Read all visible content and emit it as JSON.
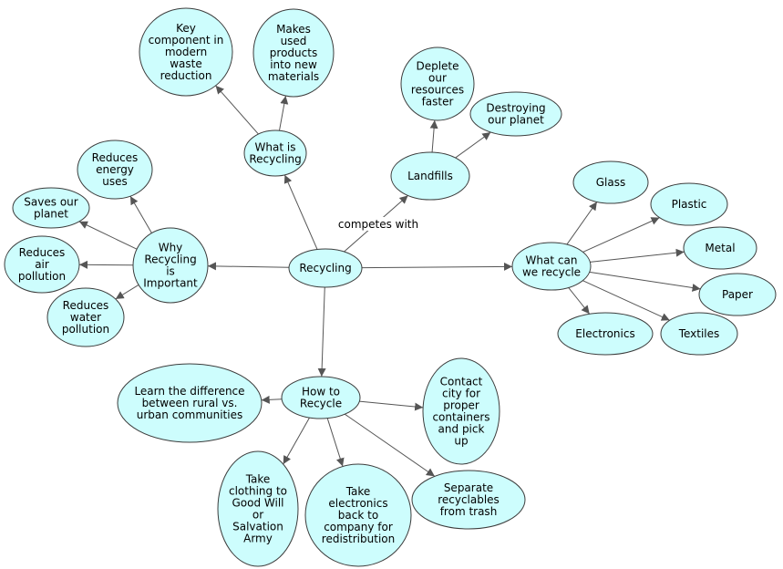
{
  "diagram": {
    "style": {
      "node_fill": "#cdfdfd",
      "node_stroke": "#3c3c3c",
      "edge_color": "#555555"
    },
    "nodes": [
      {
        "id": "recycling",
        "lines": [
          "Recycling"
        ]
      },
      {
        "id": "what-is-recycling",
        "lines": [
          "What is",
          "Recycling"
        ]
      },
      {
        "id": "key-component",
        "lines": [
          "Key",
          "component in",
          "modern",
          "waste",
          "reduction"
        ]
      },
      {
        "id": "makes-used-products",
        "lines": [
          "Makes",
          "used",
          "products",
          "into new",
          "materials"
        ]
      },
      {
        "id": "landfills",
        "lines": [
          "Landfills"
        ]
      },
      {
        "id": "deplete-resources",
        "lines": [
          "Deplete",
          "our",
          "resources",
          "faster"
        ]
      },
      {
        "id": "destroying-planet",
        "lines": [
          "Destroying",
          "our planet"
        ]
      },
      {
        "id": "why-recycling-important",
        "lines": [
          "Why",
          "Recycling",
          "is",
          "Important"
        ]
      },
      {
        "id": "reduces-energy",
        "lines": [
          "Reduces",
          "energy",
          "uses"
        ]
      },
      {
        "id": "saves-planet",
        "lines": [
          "Saves our",
          "planet"
        ]
      },
      {
        "id": "reduces-air-pollution",
        "lines": [
          "Reduces",
          "air",
          "pollution"
        ]
      },
      {
        "id": "reduces-water-pollution",
        "lines": [
          "Reduces",
          "water",
          "pollution"
        ]
      },
      {
        "id": "what-can-we-recycle",
        "lines": [
          "What can",
          "we recycle"
        ]
      },
      {
        "id": "glass",
        "lines": [
          "Glass"
        ]
      },
      {
        "id": "plastic",
        "lines": [
          "Plastic"
        ]
      },
      {
        "id": "metal",
        "lines": [
          "Metal"
        ]
      },
      {
        "id": "paper",
        "lines": [
          "Paper"
        ]
      },
      {
        "id": "textiles",
        "lines": [
          "Textiles"
        ]
      },
      {
        "id": "electronics",
        "lines": [
          "Electronics"
        ]
      },
      {
        "id": "how-to-recycle",
        "lines": [
          "How to",
          "Recycle"
        ]
      },
      {
        "id": "rural-urban",
        "lines": [
          "Learn the difference",
          "between rural vs.",
          "urban communities"
        ]
      },
      {
        "id": "contact-city",
        "lines": [
          "Contact",
          "city for",
          "proper",
          "containers",
          "and pick",
          "up"
        ]
      },
      {
        "id": "separate-recyclables",
        "lines": [
          "Separate",
          "recyclables",
          "from trash"
        ]
      },
      {
        "id": "take-electronics",
        "lines": [
          "Take",
          "electronics",
          "back to",
          "company for",
          "redistribution"
        ]
      },
      {
        "id": "take-clothing",
        "lines": [
          "Take",
          "clothing to",
          "Good Will",
          "or",
          "Salvation",
          "Army"
        ]
      }
    ],
    "edges": [
      {
        "from": "recycling",
        "to": "what-is-recycling"
      },
      {
        "from": "what-is-recycling",
        "to": "key-component"
      },
      {
        "from": "what-is-recycling",
        "to": "makes-used-products"
      },
      {
        "from": "recycling",
        "to": "landfills",
        "label": "competes with"
      },
      {
        "from": "landfills",
        "to": "deplete-resources"
      },
      {
        "from": "landfills",
        "to": "destroying-planet"
      },
      {
        "from": "recycling",
        "to": "why-recycling-important"
      },
      {
        "from": "why-recycling-important",
        "to": "reduces-energy"
      },
      {
        "from": "why-recycling-important",
        "to": "saves-planet"
      },
      {
        "from": "why-recycling-important",
        "to": "reduces-air-pollution"
      },
      {
        "from": "why-recycling-important",
        "to": "reduces-water-pollution"
      },
      {
        "from": "recycling",
        "to": "what-can-we-recycle"
      },
      {
        "from": "what-can-we-recycle",
        "to": "glass"
      },
      {
        "from": "what-can-we-recycle",
        "to": "plastic"
      },
      {
        "from": "what-can-we-recycle",
        "to": "metal"
      },
      {
        "from": "what-can-we-recycle",
        "to": "paper"
      },
      {
        "from": "what-can-we-recycle",
        "to": "textiles"
      },
      {
        "from": "what-can-we-recycle",
        "to": "electronics"
      },
      {
        "from": "recycling",
        "to": "how-to-recycle"
      },
      {
        "from": "how-to-recycle",
        "to": "rural-urban"
      },
      {
        "from": "how-to-recycle",
        "to": "contact-city"
      },
      {
        "from": "how-to-recycle",
        "to": "separate-recyclables"
      },
      {
        "from": "how-to-recycle",
        "to": "take-electronics"
      },
      {
        "from": "how-to-recycle",
        "to": "take-clothing"
      }
    ]
  }
}
